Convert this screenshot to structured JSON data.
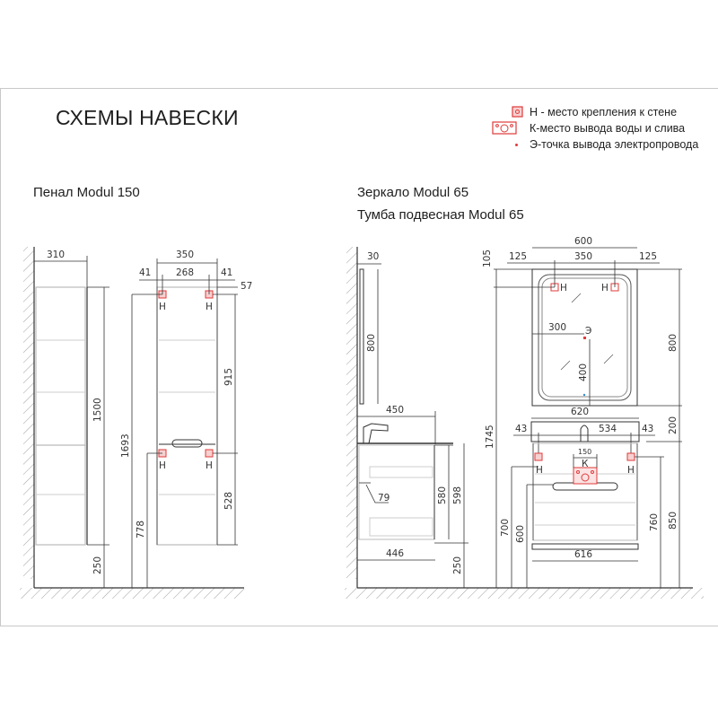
{
  "title": "СХЕМЫ НАВЕСКИ",
  "legend": {
    "items": [
      {
        "icon": "wall-mount-square-icon",
        "text": "Н - место крепления к стене"
      },
      {
        "icon": "water-outlet-icon",
        "text": "К-место вывода воды и слива"
      },
      {
        "icon": "electric-point-dot-icon",
        "text": "Э-точка вывода электропровода"
      }
    ],
    "accent_color": "#e03a3a"
  },
  "sections": {
    "left": {
      "title": "Пенал Modul 150"
    },
    "right": {
      "title_line1": "Зеркало Modul 65",
      "title_line2": "Тумба подвесная Modul 65"
    }
  },
  "penal": {
    "side_view": {
      "depth": "310",
      "height": "1500",
      "floor_gap": "250"
    },
    "front_view": {
      "width": "350",
      "mount_spacing": "268",
      "mount_offset_left": "41",
      "mount_offset_right": "41",
      "top_offset": "57",
      "upper_mount_height": "1693",
      "lower_mount_height": "778",
      "upper_section": "915",
      "lower_section": "528",
      "mount_label": "Н"
    }
  },
  "mirror_cabinet": {
    "side_view": {
      "mirror_depth": "30",
      "mirror_height": "800",
      "basin_depth": "450",
      "cabinet_depth": "446",
      "cabinet_height_inner": "580",
      "cabinet_height": "598",
      "drawer_offset": "79",
      "floor_gap": "250"
    },
    "front_view": {
      "mirror_width": "600",
      "mirror_mount_spacing": "350",
      "mirror_mount_left": "125",
      "mirror_mount_right": "125",
      "mirror_top_offset": "105",
      "mirror_height": "800",
      "electric_x": "300",
      "electric_y": "400",
      "electric_label": "Э",
      "total_height": "1745",
      "gap_to_basin": "200",
      "basin_width": "620",
      "cabinet_mount_spacing": "534",
      "cabinet_mount_left": "43",
      "cabinet_mount_right": "43",
      "water_outlet_width": "150",
      "water_outlet_label": "К",
      "cabinet_width": "616",
      "h_700": "700",
      "h_600": "600",
      "h_760": "760",
      "h_850": "850",
      "mount_label": "Н"
    }
  }
}
